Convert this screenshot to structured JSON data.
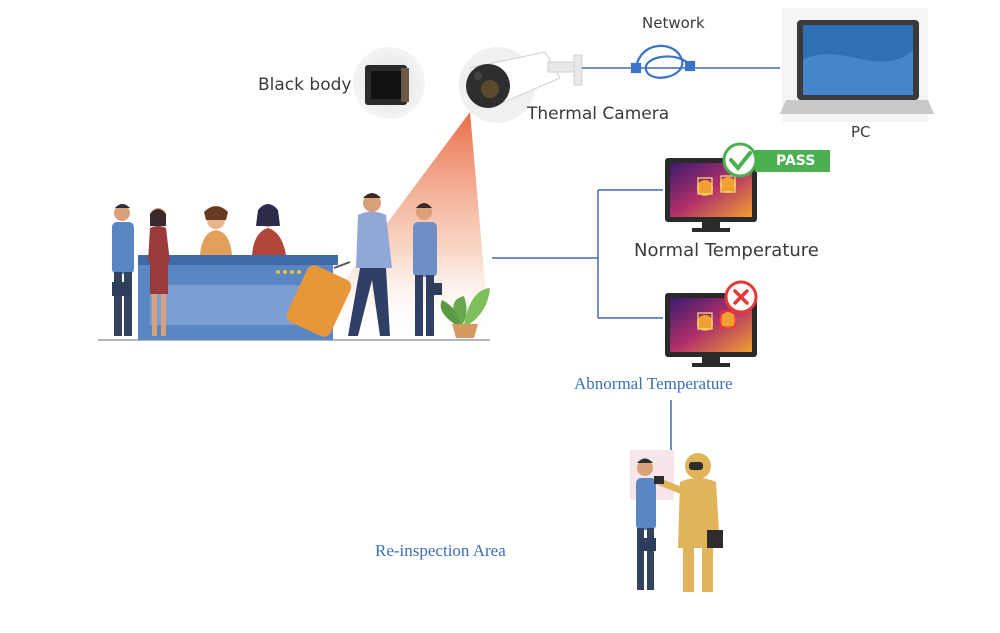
{
  "labels": {
    "black_body": "Black body",
    "thermal_camera": "Thermal Camera",
    "network": "Network",
    "pc": "PC",
    "pass_badge": "PASS",
    "normal_temperature": "Normal Temperature",
    "abnormal_temperature": "Abnormal Temperature",
    "reinspection_area": "Re-inspection Area"
  },
  "icons": {
    "black_body": "black-body-device-icon",
    "camera": "thermal-camera-icon",
    "network": "network-cable-icon",
    "pc": "laptop-icon",
    "pass_check": "check-icon",
    "fail_mark": "x-icon",
    "plant": "plant-icon",
    "suitcase": "suitcase-icon"
  },
  "colors": {
    "accent_blue": "#3b6fb6",
    "pass_green": "#4caf50",
    "fail_red": "#e53935",
    "beam_orange": "#e8643c",
    "connector": "#3f6ea8",
    "hazmat_yellow": "#e0b45a"
  }
}
